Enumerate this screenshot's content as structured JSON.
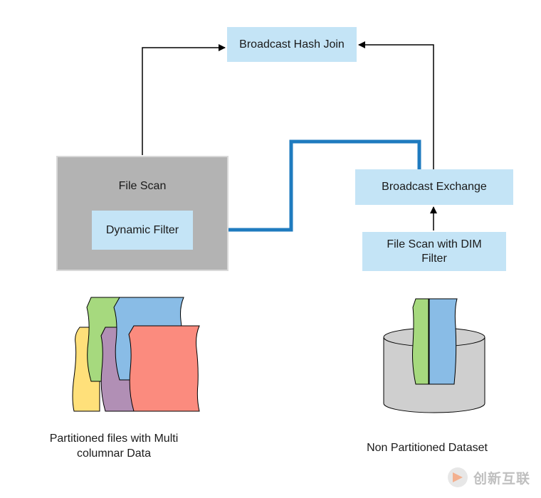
{
  "nodes": {
    "broadcast_hash_join": "Broadcast Hash Join",
    "file_scan": "File Scan",
    "dynamic_filter": "Dynamic Filter",
    "broadcast_exchange": "Broadcast Exchange",
    "file_scan_dim_line1": "File Scan with DIM",
    "file_scan_dim_line2": "Filter"
  },
  "captions": {
    "partitioned_line1": "Partitioned files with Multi",
    "partitioned_line2": "columnar Data",
    "non_partitioned": "Non Partitioned Dataset"
  },
  "colors": {
    "node_fill": "#c4e4f6",
    "scan_fill": "#b3b3b3",
    "filter_arrow": "#1f7bbf",
    "file_green": "#a6d97e",
    "file_blue": "#89bce6",
    "file_yellow": "#ffe07a",
    "file_purple": "#b18fb5",
    "file_red": "#fb8b7e",
    "cylinder": "#cfcfcf"
  },
  "watermark": "创新互联"
}
